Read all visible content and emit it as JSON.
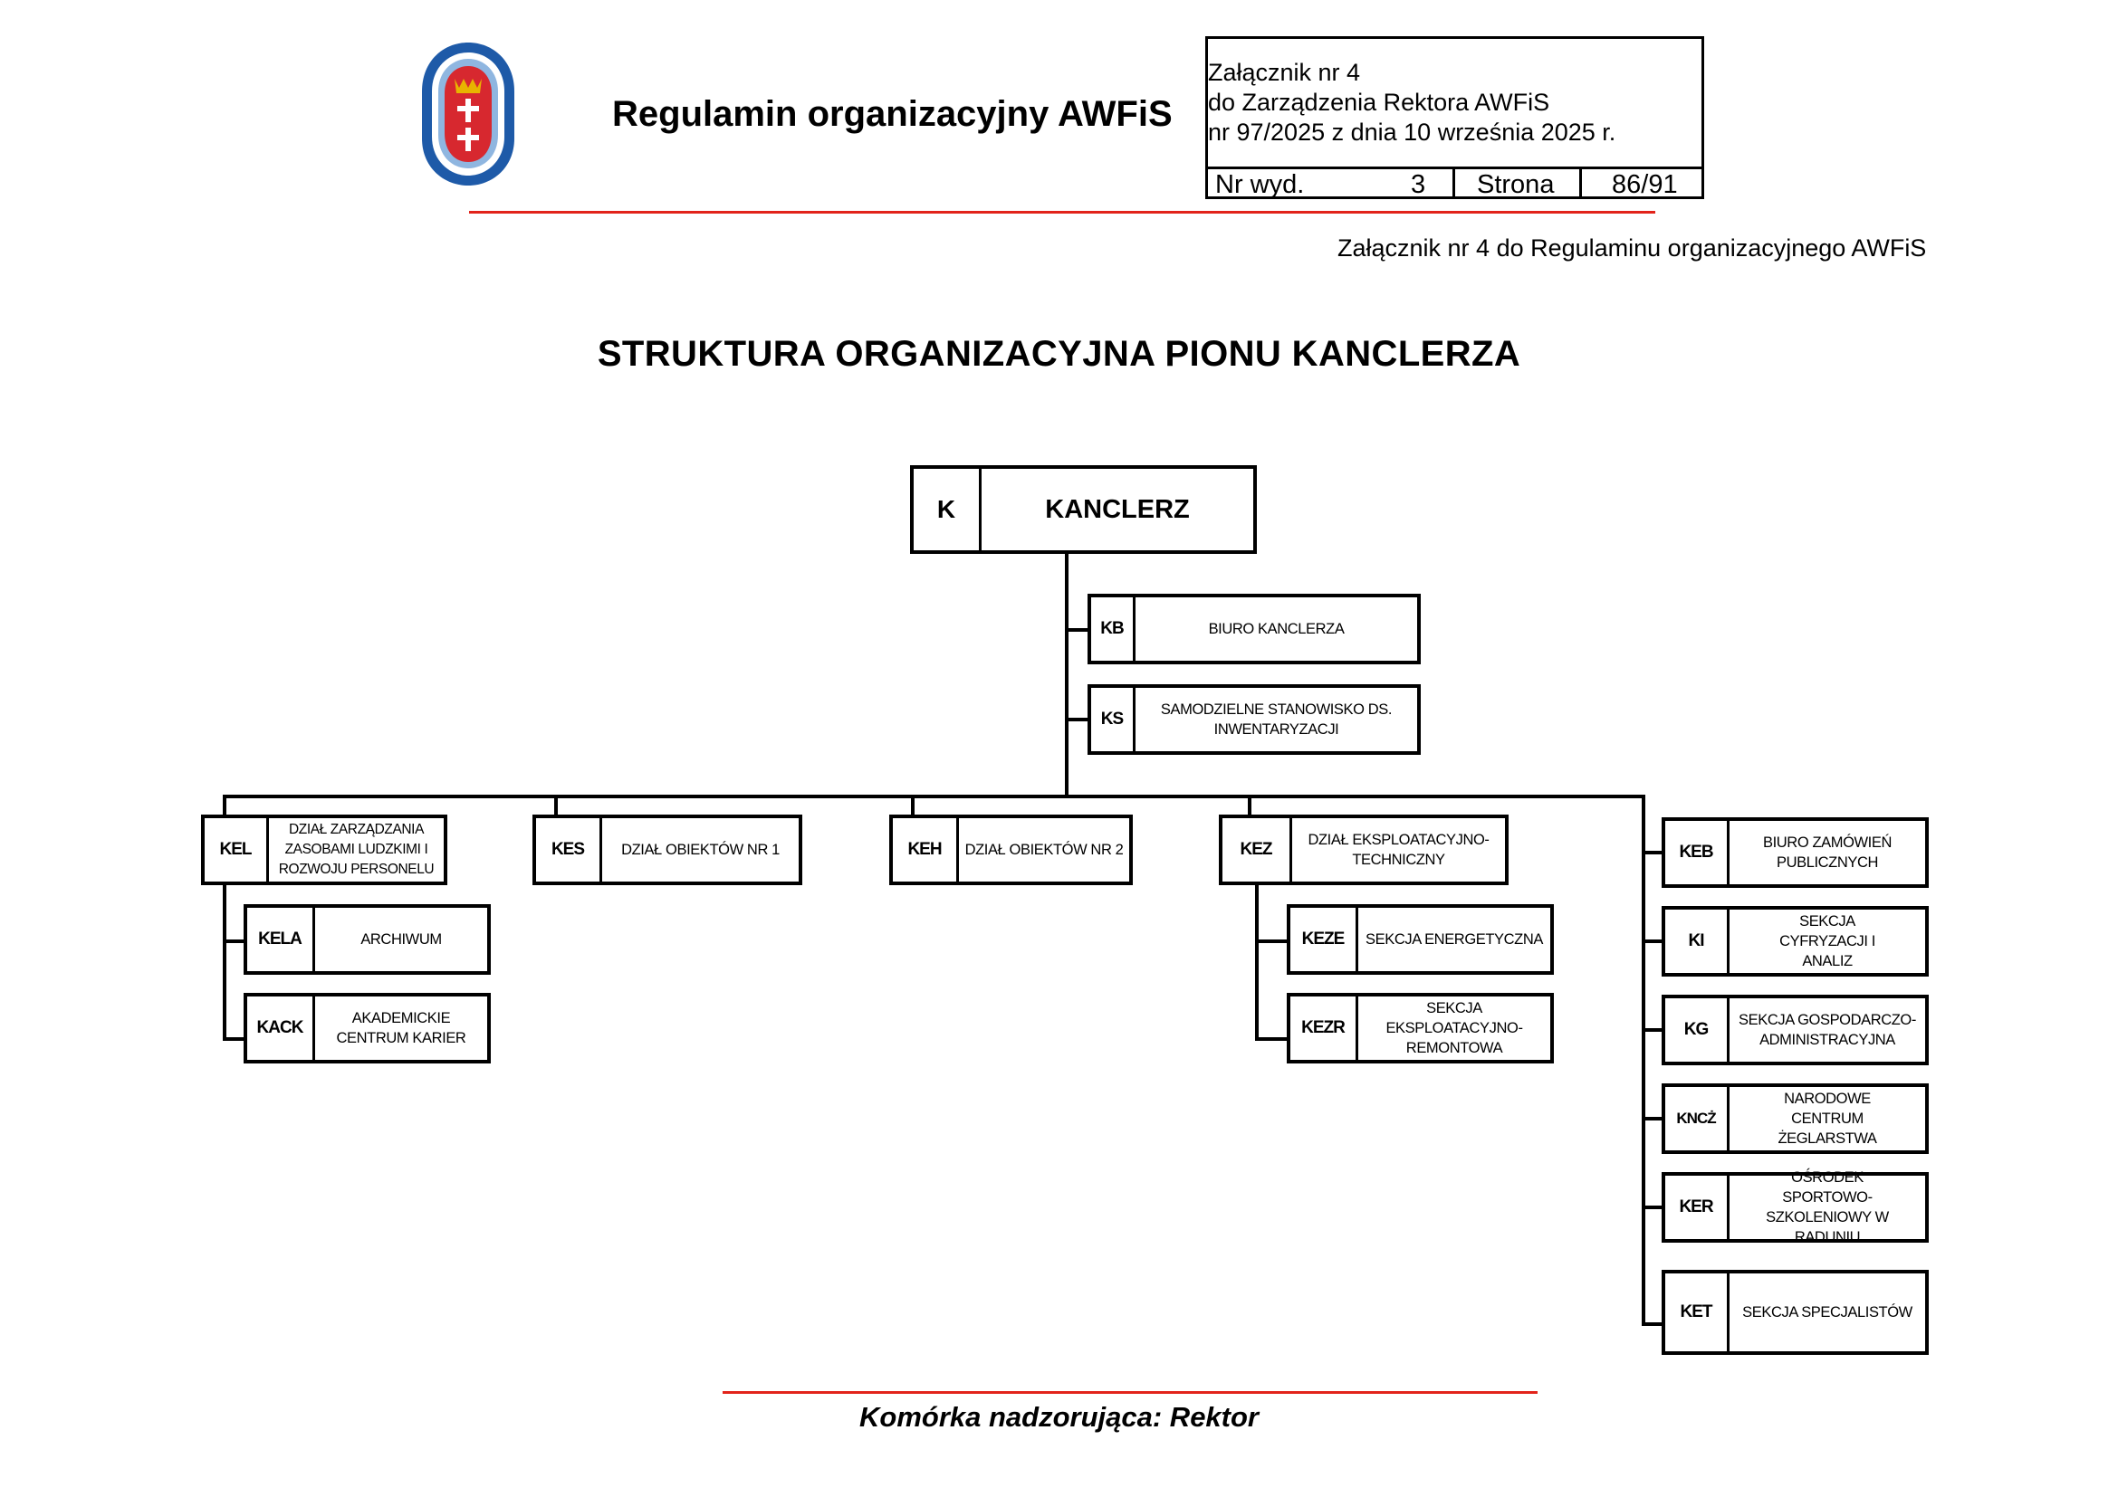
{
  "header": {
    "doc_title": "Regulamin organizacyjny AWFiS",
    "info_lines": [
      "Załącznik nr 4",
      "do Zarządzenia Rektora AWFiS",
      "nr 97/2025 z dnia 10 września 2025 r."
    ],
    "edition_label": "Nr wyd.",
    "edition_value": "3",
    "page_label": "Strona",
    "page_value": "86/91"
  },
  "annex_note": "Załącznik nr 4 do Regulaminu organizacyjnego AWFiS",
  "chart_title": "STRUKTURA ORGANIZACYJNA PIONU KANCLERZA",
  "footer_note": "Komórka nadzorująca: Rektor",
  "colors": {
    "rule": "#e2231a",
    "logo_ring": "#1e5aa8",
    "logo_shield": "#d7282f",
    "logo_crown": "#e8b400"
  },
  "org": {
    "root": {
      "code": "K",
      "label": "KANCLERZ"
    },
    "staff": [
      {
        "code": "KB",
        "label": "BIURO KANCLERZA"
      },
      {
        "code": "KS",
        "label": "SAMODZIELNE STANOWISKO DS. INWENTARYZACJI"
      }
    ],
    "departments": [
      {
        "code": "KEL",
        "label": "DZIAŁ ZARZĄDZANIA ZASOBAMI LUDZKIMI I ROZWOJU PERSONELU",
        "units": [
          {
            "code": "KELA",
            "label": "ARCHIWUM"
          },
          {
            "code": "KACK",
            "label": "AKADEMICKIE CENTRUM KARIER"
          }
        ]
      },
      {
        "code": "KES",
        "label": "DZIAŁ OBIEKTÓW NR 1",
        "units": []
      },
      {
        "code": "KEH",
        "label": "DZIAŁ OBIEKTÓW NR 2",
        "units": []
      },
      {
        "code": "KEZ",
        "label": "DZIAŁ EKSPLOATACYJNO-TECHNICZNY",
        "units": [
          {
            "code": "KEZE",
            "label": "SEKCJA ENERGETYCZNA"
          },
          {
            "code": "KEZR",
            "label": "SEKCJA EKSPLOATACYJNO-REMONTOWA"
          }
        ]
      }
    ],
    "right_column": [
      {
        "code": "KEB",
        "label": "BIURO ZAMÓWIEŃ PUBLICZNYCH"
      },
      {
        "code": "KI",
        "label": "SEKCJA CYFRYZACJI I ANALIZ"
      },
      {
        "code": "KG",
        "label": "SEKCJA GOSPODARCZO-ADMINISTRACYJNA"
      },
      {
        "code": "KNCŻ",
        "label": "NARODOWE CENTRUM ŻEGLARSTWA"
      },
      {
        "code": "KER",
        "label": "OŚRODEK SPORTOWO-SZKOLENIOWY W RADUNIU"
      },
      {
        "code": "KET",
        "label": "SEKCJA SPECJALISTÓW"
      }
    ]
  }
}
